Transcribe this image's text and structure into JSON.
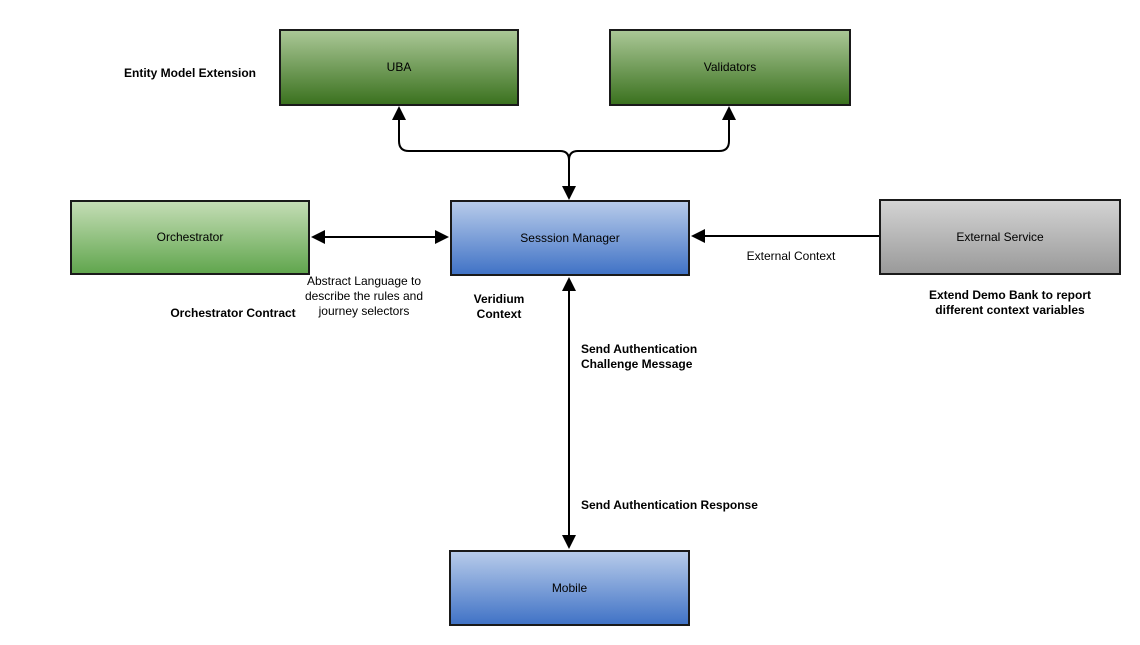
{
  "diagram": {
    "nodes": {
      "uba": {
        "label": "UBA"
      },
      "validators": {
        "label": "Validators"
      },
      "orchestrator": {
        "label": "Orchestrator"
      },
      "session_manager": {
        "label": "Sesssion Manager"
      },
      "external_service": {
        "label": "External Service"
      },
      "mobile": {
        "label": "Mobile"
      }
    },
    "annotations": {
      "entity_model_extension": "Entity Model Extension",
      "orchestrator_contract": "Orchestrator Contract",
      "abstract_language": "Abstract Language to\ndescribe the rules and\njourney selectors",
      "veridium_context": "Veridium\nContext",
      "external_context": "External Context",
      "extend_demo_bank": "Extend Demo Bank to report\ndifferent context variables",
      "send_auth_challenge": "Send Authentication\nChallenge Message",
      "send_auth_response": "Send Authentication Response"
    },
    "colors": {
      "green_dark_top": "#aac796",
      "green_dark_bottom": "#3b721f",
      "green_light_top": "#c4ddb5",
      "green_light_bottom": "#61a64e",
      "blue_top": "#b7cbea",
      "blue_bottom": "#4173c6",
      "gray_top": "#d3d3d3",
      "gray_bottom": "#9a9a9a",
      "node_border": "#1a1a1a",
      "arrow": "#000000",
      "text": "#000000",
      "background": "#ffffff"
    }
  }
}
